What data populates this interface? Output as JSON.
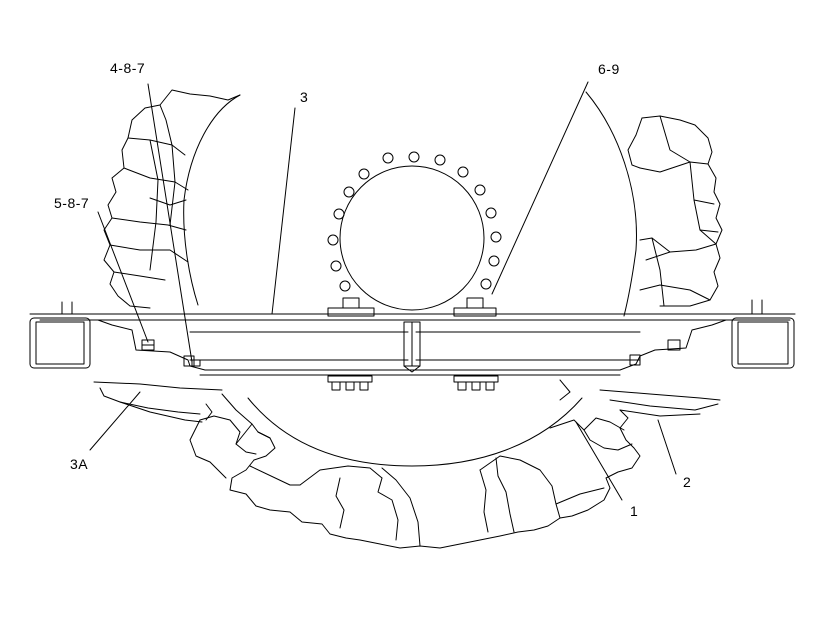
{
  "diagram": {
    "callouts": [
      {
        "id": "c-4-8-7",
        "text": "4-8-7"
      },
      {
        "id": "c-3",
        "text": "3"
      },
      {
        "id": "c-6-9",
        "text": "6-9"
      },
      {
        "id": "c-5-8-7",
        "text": "5-8-7"
      },
      {
        "id": "c-3a",
        "text": "3A"
      },
      {
        "id": "c-2",
        "text": "2"
      },
      {
        "id": "c-1",
        "text": "1"
      }
    ],
    "colors": {
      "line": "#000000",
      "background": "#ffffff"
    }
  }
}
